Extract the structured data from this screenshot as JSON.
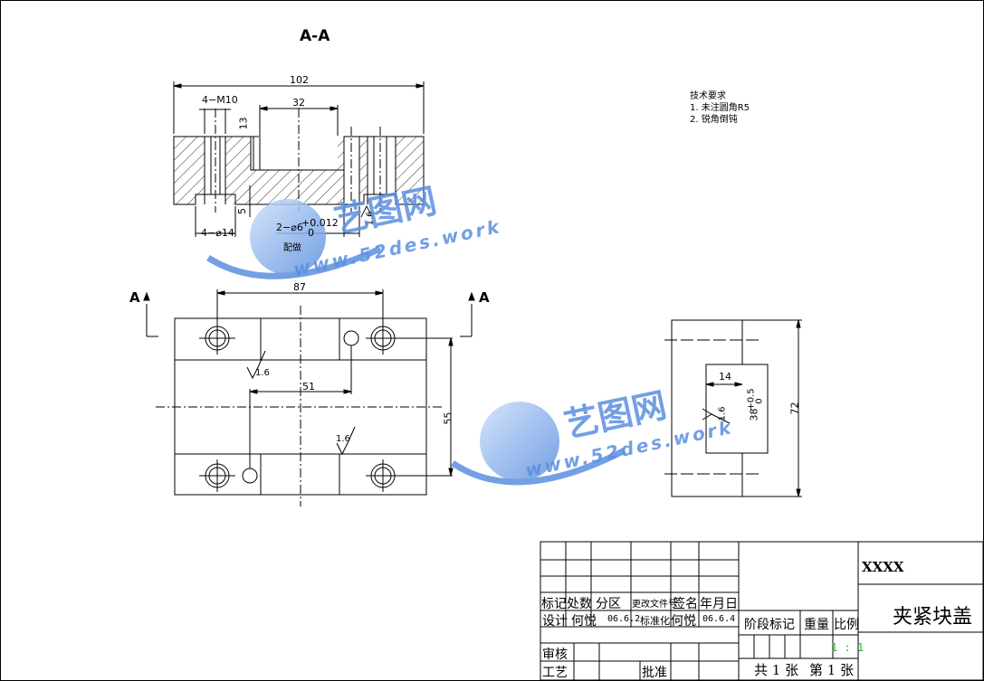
{
  "drawing": {
    "section_label": "A-A",
    "cut_labels": [
      "A",
      "A"
    ],
    "technical_requirements": {
      "title": "技术要求",
      "items": [
        "1. 未注圆角R5",
        "2. 锐角倒钝"
      ]
    },
    "dimensions": {
      "overall_width": "102",
      "thread": "4−M10",
      "pocket_width": "32",
      "pocket_depth": "13",
      "step": "5",
      "counterbore": "4−⌀14",
      "pin_hole": "2−⌀6",
      "pin_tol_upper": "+0.012",
      "pin_tol_lower": "0",
      "pin_note": "配做",
      "roughness_section": "1.6",
      "hole_spacing": "87",
      "pin_spacing": "51",
      "height_55": "55",
      "roughness_top": "1.6",
      "roughness_bottom": "1.6",
      "side_width": "14",
      "slot_size": "38",
      "slot_tol_upper": "+0.5",
      "slot_tol_lower": "0",
      "roughness_side": "1.6",
      "overall_height": "72"
    },
    "watermarks": [
      {
        "brand": "艺图网",
        "url": "www.52des.work"
      },
      {
        "brand": "艺图网",
        "url": "www.52des.work"
      }
    ],
    "colors": {
      "line": "#000000",
      "watermark": "#5b8fe0",
      "scale_text": "#2fb52f"
    }
  },
  "title_block": {
    "headers": [
      "标记",
      "处数",
      "分区",
      "更改文件号",
      "签名",
      "年月日"
    ],
    "design_label": "设计",
    "designer": "何悦",
    "design_date": "06.6.2",
    "standardization_label": "标准化",
    "standardizer": "何悦",
    "standardization_date": "06.6.4",
    "review_label": "审核",
    "process_label": "工艺",
    "approve_label": "批准",
    "stage_mark_label": "阶段标记",
    "weight_label": "重量",
    "scale_label": "比例",
    "scale_value": "1 : 1",
    "sheet_total": "共 1 张",
    "sheet_num": "第 1 张",
    "company": "XXXX",
    "part_name": "夹紧块盖"
  }
}
